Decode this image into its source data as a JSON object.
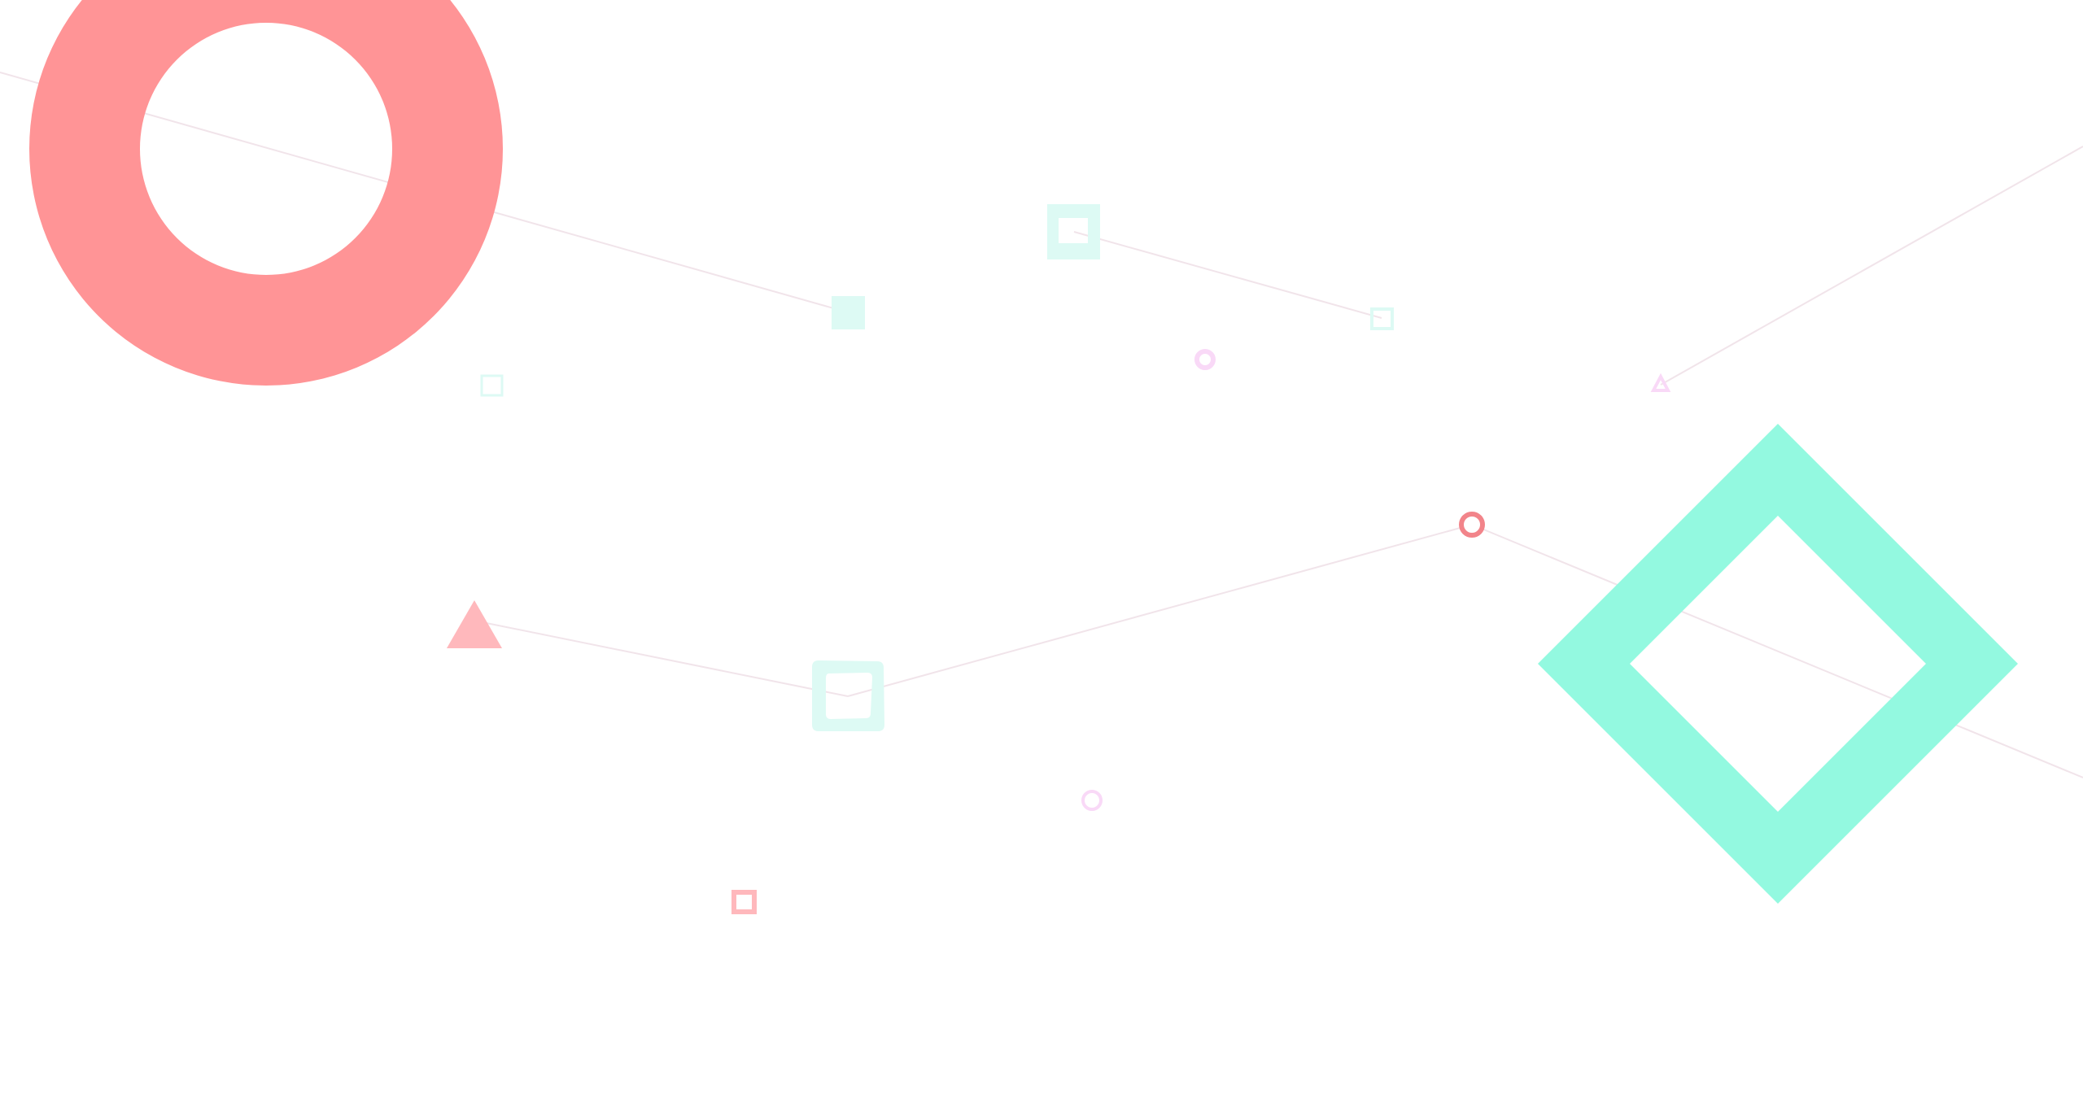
{
  "colors": {
    "background": "#ffffff",
    "coral": "#ff9496",
    "coral_dark": "#f2848a",
    "pink_light": "#ffb8bc",
    "mint": "#93f9e0",
    "mint_light": "#ddfaf4",
    "lavender": "#f9d9f7",
    "line": "#f1e4ea"
  },
  "shapes": [
    {
      "name": "large-coral-ring",
      "kind": "ring",
      "color": "coral"
    },
    {
      "name": "large-mint-diamond-outline",
      "kind": "diamond-outline",
      "color": "mint"
    },
    {
      "name": "coral-triangle",
      "kind": "triangle",
      "color": "pink_light"
    },
    {
      "name": "mint-rounded-square-outline",
      "kind": "square-outline",
      "color": "mint_light"
    },
    {
      "name": "mint-square-outline-top",
      "kind": "square-outline",
      "color": "mint_light"
    },
    {
      "name": "mint-solid-square",
      "kind": "square",
      "color": "mint_light"
    },
    {
      "name": "mint-small-square-outline-right",
      "kind": "square-outline",
      "color": "mint_light"
    },
    {
      "name": "mint-small-square-outline-left",
      "kind": "square-outline",
      "color": "mint_light"
    },
    {
      "name": "lavender-small-ring-top",
      "kind": "ring",
      "color": "lavender"
    },
    {
      "name": "lavender-small-ring-bottom",
      "kind": "ring",
      "color": "lavender"
    },
    {
      "name": "lavender-small-triangle-outline",
      "kind": "triangle-outline",
      "color": "lavender"
    },
    {
      "name": "coral-small-ring",
      "kind": "ring",
      "color": "coral_dark"
    },
    {
      "name": "pink-small-square-outline",
      "kind": "square-outline",
      "color": "pink_light"
    }
  ]
}
